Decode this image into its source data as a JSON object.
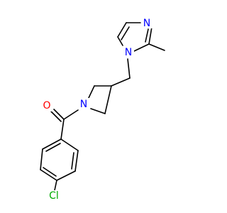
{
  "colors": {
    "bond": "#000000",
    "nitrogen": "#0000ff",
    "oxygen": "#ff0000",
    "chlorine": "#00aa00",
    "background": "#ffffff"
  },
  "atoms": {
    "imidazole_n3": "N",
    "imidazole_n1": "N",
    "azetidine_n": "N",
    "carbonyl_o": "O",
    "chlorine": "Cl"
  }
}
